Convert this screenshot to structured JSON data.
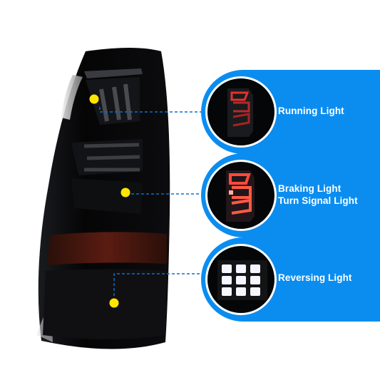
{
  "callouts": [
    {
      "label": "Running Light",
      "icon": "running-light-icon"
    },
    {
      "label_line1": "Braking Light",
      "label_line2": "Turn Signal Light",
      "icon": "braking-turn-signal-icon"
    },
    {
      "label": "Reversing Light",
      "icon": "reversing-light-icon"
    }
  ],
  "colors": {
    "callout_blue": "#0b8df0",
    "marker_yellow": "#ffe600",
    "leader_line": "#0b6fd0",
    "lens_red": "#e2322c",
    "reverse_white": "#f4f7ff"
  }
}
